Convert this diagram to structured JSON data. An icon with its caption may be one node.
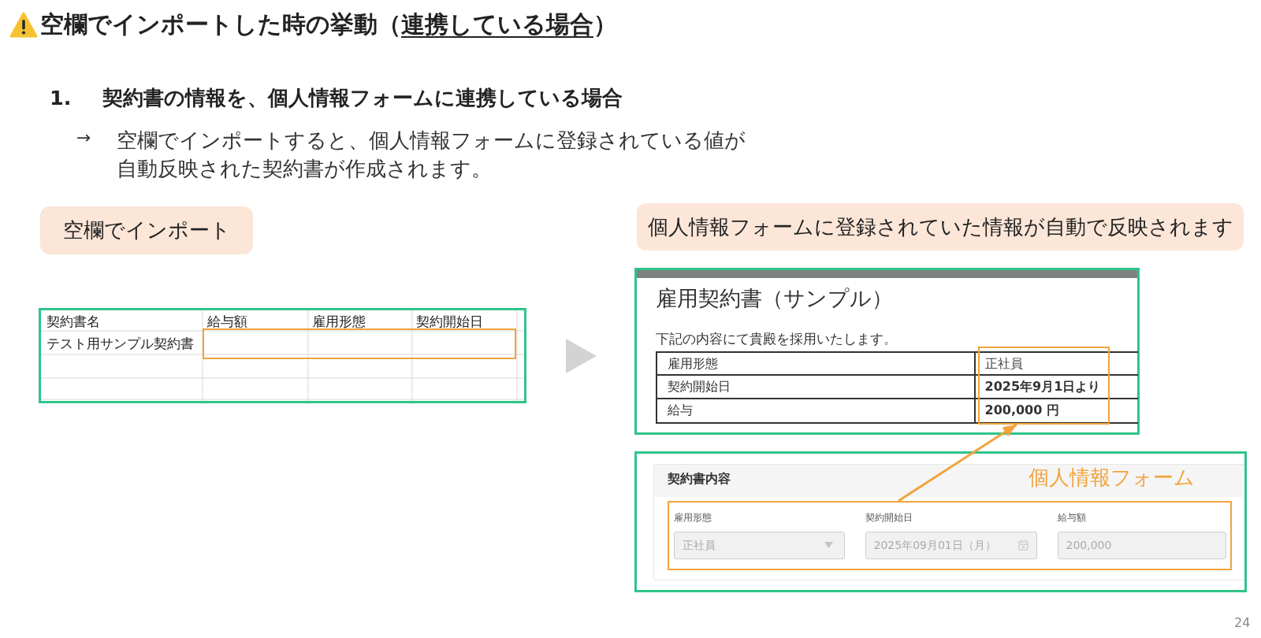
{
  "diagram": {
    "title": "空欄でインポートした時の挙動（*連携している場合*）",
    "nodes": [
      {
        "text": [
          "空欄でインポート"
        ]
      },
      {
        "text": [
          "個人情報フォームに登録されていた情報が自動で反映されます"
        ]
      },
      {
        "text": [
          "契約書名",
          "給与額",
          "雇用形態",
          "契約開始日",
          "テスト用サンプル契約書"
        ]
      },
      {
        "text": [],
        "shape": "box",
        "in": 2
      },
      {
        "text": [
          "雇用契約書（サンプル）",
          "下記の内容にて貴殿を採用いたします。",
          "雇用形態",
          "契約開始日",
          "給与"
        ]
      },
      {
        "text": [
          "正社員",
          "2025年9月1日より",
          "200,000 円"
        ],
        "in": 4
      },
      {
        "text": [
          "契約書内容",
          "個人情報フォーム"
        ]
      },
      {
        "text": [
          "雇用形態",
          "正社員",
          "契約開始日",
          "2025年09月01日（月）",
          "給与額",
          "200,000"
        ],
        "in": 6
      }
    ],
    "edges": [
      {
        "from": 2,
        "to": 4,
        "arrow": "to",
        "color": "#d3d3d3"
      },
      {
        "from": 7,
        "to": 5,
        "arrow": "to",
        "color": "#f2a33c"
      }
    ],
    "labels": [
      "1.",
      "契約書の情報を、個人情報フォームに連携している場合",
      "→",
      "空欄でインポートすると、個人情報フォームに登録されている値が自動反映された契約書が作成されます。",
      "24"
    ]
  }
}
